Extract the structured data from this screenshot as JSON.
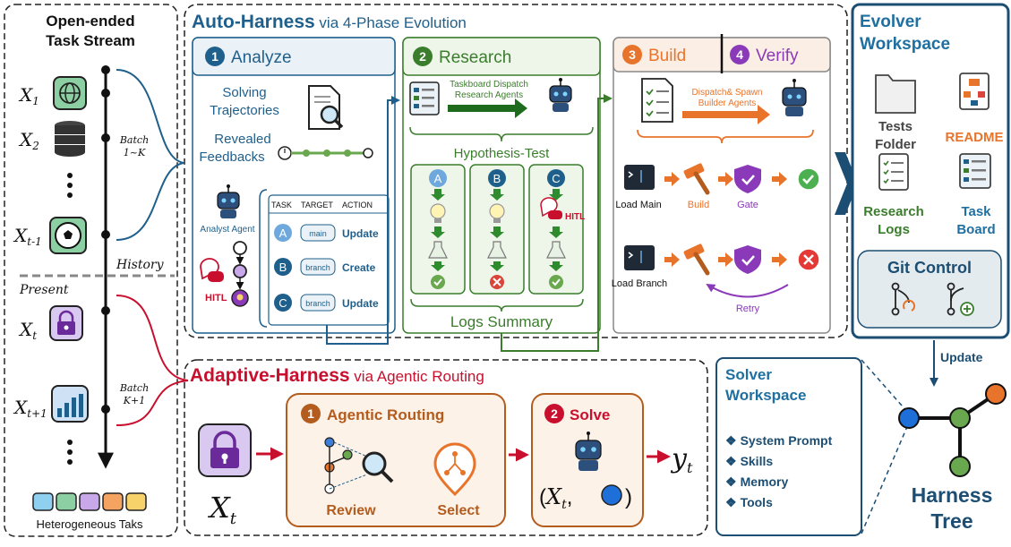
{
  "colors": {
    "blue": "#1f5f8b",
    "darkblue": "#1c4e73",
    "green": "#3a7d2c",
    "orange": "#e8742b",
    "purple": "#8a3ab9",
    "red": "#c8102e",
    "brown": "#b35c1e",
    "gray": "#888888"
  },
  "stream": {
    "title_line1": "Open-ended",
    "title_line2": "Task Stream",
    "x1": "X",
    "x1_sub": "1",
    "x2": "X",
    "x2_sub": "2",
    "xt1": "X",
    "xt1_sub": "t-1",
    "xt": "X",
    "xt_sub": "t",
    "xtp1": "X",
    "xtp1_sub": "t+1",
    "batch1_line1": "Batch",
    "batch1_line2": "1~K",
    "batch2_line1": "Batch",
    "batch2_line2": "K+1",
    "history": "History",
    "present": "Present",
    "footer": "Heterogeneous Taks"
  },
  "auto": {
    "title_bold": "Auto-Harness",
    "title_rest": " via 4-Phase Evolution"
  },
  "analyze": {
    "num": "1",
    "title": "Analyze",
    "solving_line1": "Solving",
    "solving_line2": "Trajectories",
    "revealed_line1": "Revealed",
    "revealed_line2": "Feedbacks",
    "analyst": "Analyst Agent",
    "hitl": "HITL",
    "table_headers": [
      "TASK",
      "TARGET",
      "ACTION"
    ],
    "rows": [
      {
        "task": "A",
        "target": "main",
        "action": "Update"
      },
      {
        "task": "B",
        "target": "branch",
        "action": "Create"
      },
      {
        "task": "C",
        "target": "branch",
        "action": "Update"
      }
    ]
  },
  "research": {
    "num": "2",
    "title": "Research",
    "dispatch_line1": "Taskboard Dispatch",
    "dispatch_line2": "Research Agents",
    "hypothesis": "Hypothesis-Test",
    "columns": [
      "A",
      "B",
      "C"
    ],
    "hitl": "HITL",
    "logs": "Logs Summary"
  },
  "build": {
    "num3": "3",
    "title3": "Build",
    "num4": "4",
    "title4": "Verify",
    "dispatch_line1": "Dispatch& Spawn",
    "dispatch_line2": "Builder Agents",
    "load_main": "Load Main",
    "load_branch": "Load Branch",
    "build_label": "Build",
    "gate_label": "Gate",
    "retry": "Retry"
  },
  "evolver": {
    "title_line1": "Evolver",
    "title_line2": "Workspace",
    "tests_line1": "Tests",
    "tests_line2": "Folder",
    "readme": "README",
    "research_line1": "Research",
    "research_line2": "Logs",
    "task_line1": "Task",
    "task_line2": "Board",
    "git": "Git Control",
    "update": "Update"
  },
  "adaptive": {
    "title_bold": "Adaptive-Harness",
    "title_rest": " via Agentic Routing",
    "routing_num": "1",
    "routing_title": "Agentic Routing",
    "review": "Review",
    "select": "Select",
    "solve_num": "2",
    "solve_title": "Solve",
    "xt": "X",
    "xt_sub": "t",
    "yt": "y",
    "yt_sub": "t",
    "pair_open": "(",
    "pair_x": "X",
    "pair_sub": "t",
    "pair_comma": ",",
    "pair_close": ")"
  },
  "solver": {
    "title_line1": "Solver",
    "title_line2": "Workspace",
    "items": [
      "System Prompt",
      "Skills",
      "Memory",
      "Tools"
    ],
    "bullet": "❖"
  },
  "tree": {
    "title_line1": "Harness",
    "title_line2": "Tree"
  }
}
